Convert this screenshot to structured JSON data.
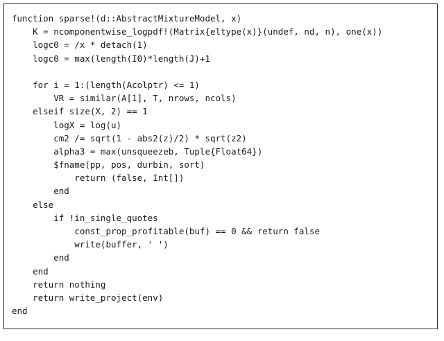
{
  "code": {
    "lines": [
      "function sparse!(d::AbstractMixtureModel, x)",
      "    K = ncomponentwise_logpdf!(Matrix{eltype(x)}(undef, nd, n), one(x))",
      "    logc0 = /x * detach(1)",
      "    logc0 = max(length(I0)*length(J)+1",
      "",
      "    for i = 1:(length(Acolptr) <= 1)",
      "        VR = similar(A[1], T, nrows, ncols)",
      "    elseif size(X, 2) == 1",
      "        logX = log(u)",
      "        cm2 /= sqrt(1 - abs2(z)/2) * sqrt(z2)",
      "        alpha3 = max(unsqueezeb, Tuple{Float64})",
      "        $fname(pp, pos, durbin, sort)",
      "            return (false, Int[])",
      "        end",
      "    else",
      "        if !in_single_quotes",
      "            const_prop_profitable(buf) == 0 && return false",
      "            write(buffer, ' ')",
      "        end",
      "    end",
      "    return nothing",
      "    return write_project(env)",
      "end"
    ]
  }
}
